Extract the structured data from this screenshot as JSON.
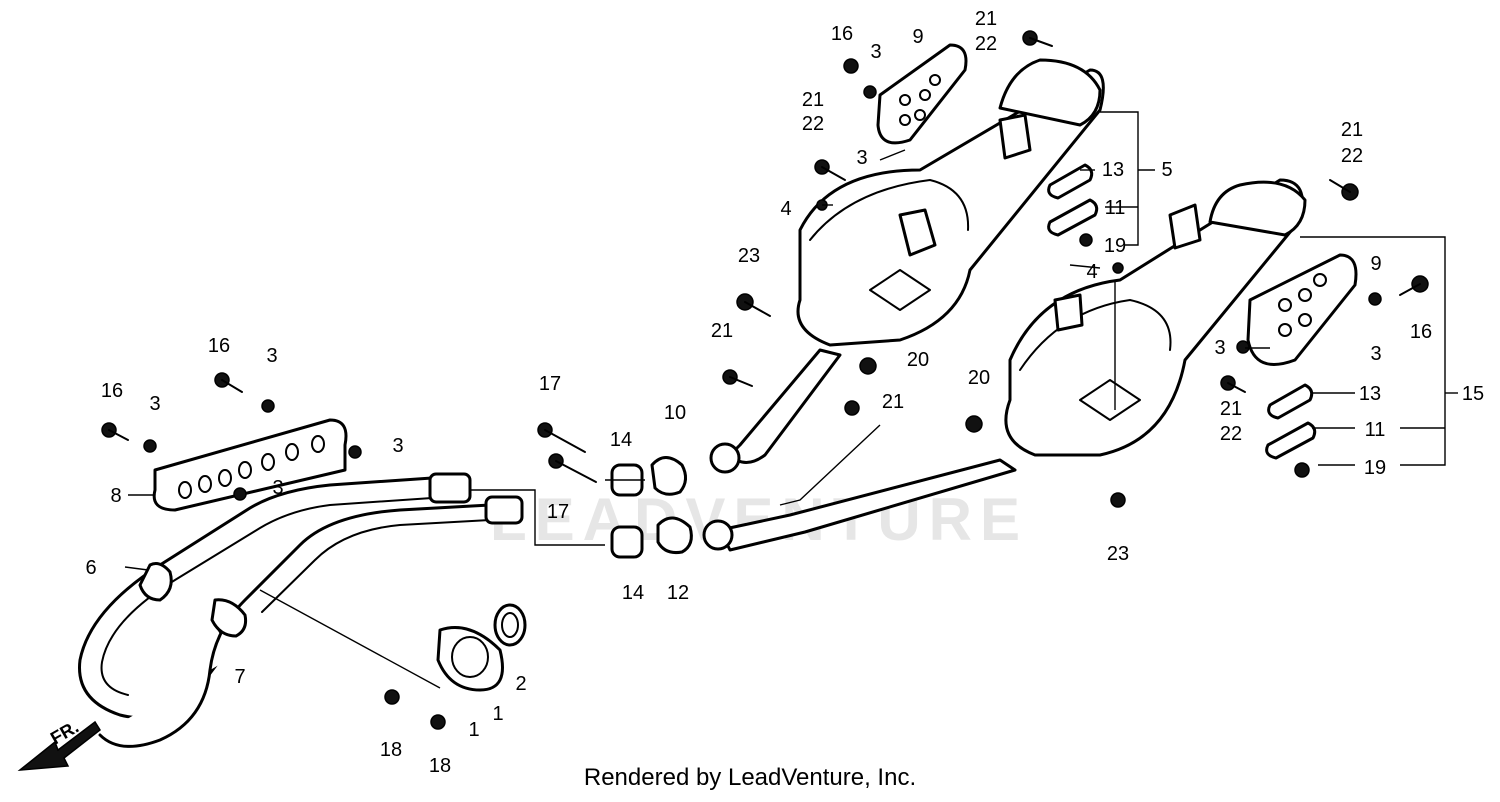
{
  "diagram": {
    "watermark": "LEADVENTURE",
    "front_arrow": "FR.",
    "callouts": [
      {
        "id": "c16a",
        "text": "16"
      },
      {
        "id": "c3a",
        "text": "3"
      },
      {
        "id": "c9a",
        "text": "9"
      },
      {
        "id": "c21a",
        "text": "21"
      },
      {
        "id": "c22a",
        "text": "22"
      },
      {
        "id": "c21b",
        "text": "21"
      },
      {
        "id": "c22b",
        "text": "22"
      },
      {
        "id": "c3b",
        "text": "3"
      },
      {
        "id": "c13a",
        "text": "13"
      },
      {
        "id": "c5",
        "text": "5"
      },
      {
        "id": "c4a",
        "text": "4"
      },
      {
        "id": "c11a",
        "text": "11"
      },
      {
        "id": "c19a",
        "text": "19"
      },
      {
        "id": "c4b",
        "text": "4"
      },
      {
        "id": "c21c",
        "text": "21"
      },
      {
        "id": "c22c",
        "text": "22"
      },
      {
        "id": "c9b",
        "text": "9"
      },
      {
        "id": "c23a",
        "text": "23"
      },
      {
        "id": "c16b",
        "text": "16"
      },
      {
        "id": "c21d",
        "text": "21"
      },
      {
        "id": "c20a",
        "text": "20"
      },
      {
        "id": "c3c",
        "text": "3"
      },
      {
        "id": "c3d",
        "text": "3"
      },
      {
        "id": "c16c",
        "text": "16"
      },
      {
        "id": "c3e",
        "text": "3"
      },
      {
        "id": "c16d",
        "text": "16"
      },
      {
        "id": "c3f",
        "text": "3"
      },
      {
        "id": "c3g",
        "text": "3"
      },
      {
        "id": "c17a",
        "text": "17"
      },
      {
        "id": "c21e",
        "text": "21"
      },
      {
        "id": "c20b",
        "text": "20"
      },
      {
        "id": "c13b",
        "text": "13"
      },
      {
        "id": "c15",
        "text": "15"
      },
      {
        "id": "c21f",
        "text": "21"
      },
      {
        "id": "c22d",
        "text": "22"
      },
      {
        "id": "c14a",
        "text": "14"
      },
      {
        "id": "c10",
        "text": "10"
      },
      {
        "id": "c11b",
        "text": "11"
      },
      {
        "id": "c19b",
        "text": "19"
      },
      {
        "id": "c8",
        "text": "8"
      },
      {
        "id": "c3h",
        "text": "3"
      },
      {
        "id": "c17b",
        "text": "17"
      },
      {
        "id": "c23b",
        "text": "23"
      },
      {
        "id": "c6",
        "text": "6"
      },
      {
        "id": "c14b",
        "text": "14"
      },
      {
        "id": "c12",
        "text": "12"
      },
      {
        "id": "c2",
        "text": "2"
      },
      {
        "id": "c7",
        "text": "7"
      },
      {
        "id": "c1a",
        "text": "1"
      },
      {
        "id": "c1b",
        "text": "1"
      },
      {
        "id": "c18a",
        "text": "18"
      },
      {
        "id": "c18b",
        "text": "18"
      }
    ]
  },
  "footer": "Rendered by LeadVenture, Inc."
}
